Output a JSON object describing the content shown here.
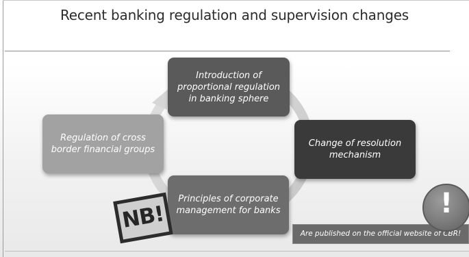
{
  "slide": {
    "title": "Recent banking regulation and supervision changes"
  },
  "cycle": {
    "items": [
      {
        "label": "Introduction of proportional regulation in banking sphere"
      },
      {
        "label": "Change of resolution mechanism"
      },
      {
        "label": "Principles of corporate management for banks"
      },
      {
        "label": "Regulation of cross border financial groups"
      }
    ]
  },
  "stamp": {
    "text": "NB!"
  },
  "notice": {
    "icon": "exclamation-icon",
    "mark": "!",
    "text": "Are published on the official website of CBR!"
  },
  "colors": {
    "box_top": "#5a5a5a",
    "box_right": "#3a3a3a",
    "box_bottom": "#6d6d6d",
    "box_left": "#a2a2a2",
    "arrow": "#d2d2d2"
  }
}
